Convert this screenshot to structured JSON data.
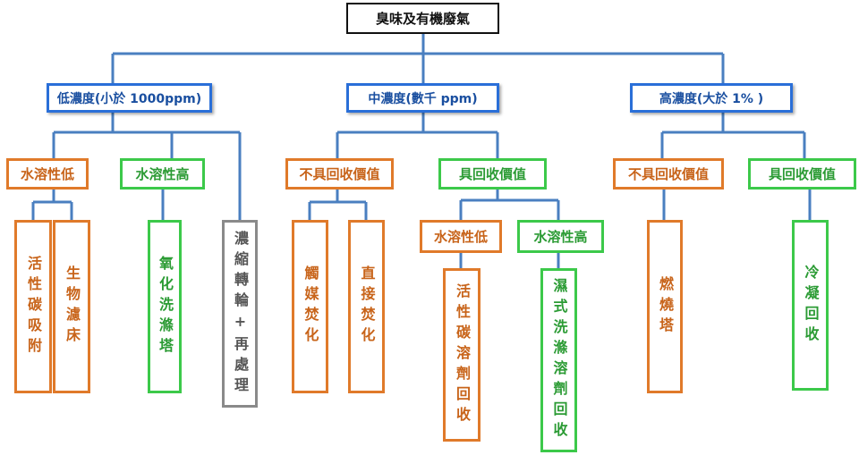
{
  "root": "臭味及有機廢氣",
  "level1": {
    "low": "低濃度(小於 1000ppm)",
    "mid": "中濃度(數千 ppm)",
    "high": "高濃度(大於 1% )"
  },
  "low": {
    "low_solubility": "水溶性低",
    "high_solubility": "水溶性高",
    "activated_carbon": "活性碳吸附",
    "biofilter": "生物濾床",
    "oxidation_scrub": "氧化洗滌塔",
    "concentrator": "濃縮轉輪+再處理"
  },
  "mid": {
    "no_recovery": "不具回收價值",
    "recovery": "具回收價值",
    "catalytic": "觸媒焚化",
    "direct": "直接焚化",
    "low_solubility": "水溶性低",
    "high_solubility": "水溶性高",
    "carbon_solvent": "活性碳溶劑回收",
    "wet_scrub": "濕式洗滌溶劑回收"
  },
  "high": {
    "no_recovery": "不具回收價值",
    "recovery": "具回收價值",
    "flare": "燃燒塔",
    "condense": "冷凝回收"
  },
  "colors": {
    "connector": "#4a7fc0",
    "level1": "#2a6fd8",
    "orange": "#e07a2a",
    "green": "#3cc94a",
    "gray": "#8a8a8a"
  }
}
